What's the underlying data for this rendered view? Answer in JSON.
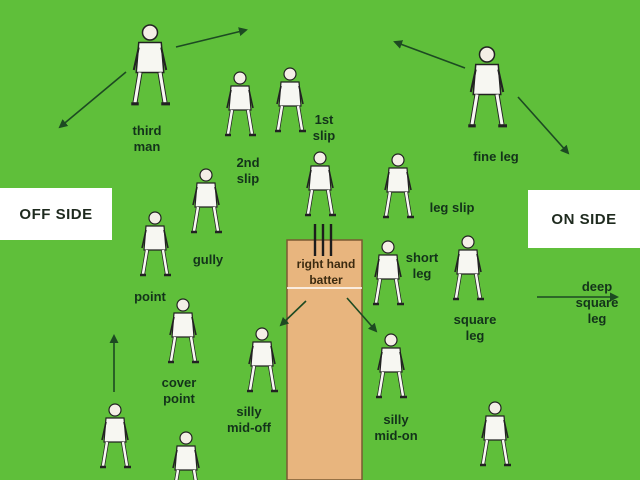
{
  "sides": {
    "off_side": "OFF SIDE",
    "on_side": "ON SIDE"
  },
  "batter_label": "right hand\nbatter",
  "fielders": [
    {
      "id": "third-man",
      "label": "third\nman"
    },
    {
      "id": "first-slip",
      "label": "1st\nslip"
    },
    {
      "id": "second-slip",
      "label": "2nd\nslip"
    },
    {
      "id": "gully",
      "label": "gully"
    },
    {
      "id": "point",
      "label": "point"
    },
    {
      "id": "cover-point",
      "label": "cover\npoint"
    },
    {
      "id": "silly-mid-off",
      "label": "silly\nmid-off"
    },
    {
      "id": "silly-mid-on",
      "label": "silly\nmid-on"
    },
    {
      "id": "short-leg",
      "label": "short\nleg"
    },
    {
      "id": "square-leg",
      "label": "square\nleg"
    },
    {
      "id": "leg-slip",
      "label": "leg slip"
    },
    {
      "id": "fine-leg",
      "label": "fine leg"
    },
    {
      "id": "deep-square-leg",
      "label": "deep\nsquare\nleg"
    }
  ],
  "colors": {
    "field": "#5fbf3a",
    "pitch": "#e8b57e",
    "arrow": "#1d4a22",
    "label": "#13331a",
    "box": "#ffffff"
  }
}
